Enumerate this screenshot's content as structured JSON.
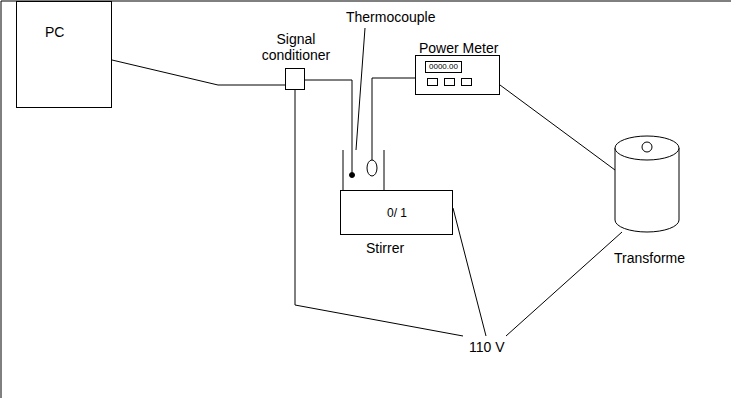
{
  "diagram": {
    "nodes": [
      {
        "text": [
          "PC"
        ]
      },
      {
        "text": [
          "Signal conditioner"
        ]
      },
      {
        "text": [
          "Power Meter",
          "0000.00"
        ]
      },
      {
        "text": [
          "0/ 1",
          "Stirrer"
        ]
      },
      {
        "text": [
          "Transforme"
        ]
      }
    ],
    "edges": [
      {
        "from": 0,
        "to": 1,
        "arrow": "none"
      },
      {
        "from": 2,
        "to": 4,
        "arrow": "none"
      }
    ],
    "labels": [
      "Thermocouple",
      "110 V"
    ]
  }
}
